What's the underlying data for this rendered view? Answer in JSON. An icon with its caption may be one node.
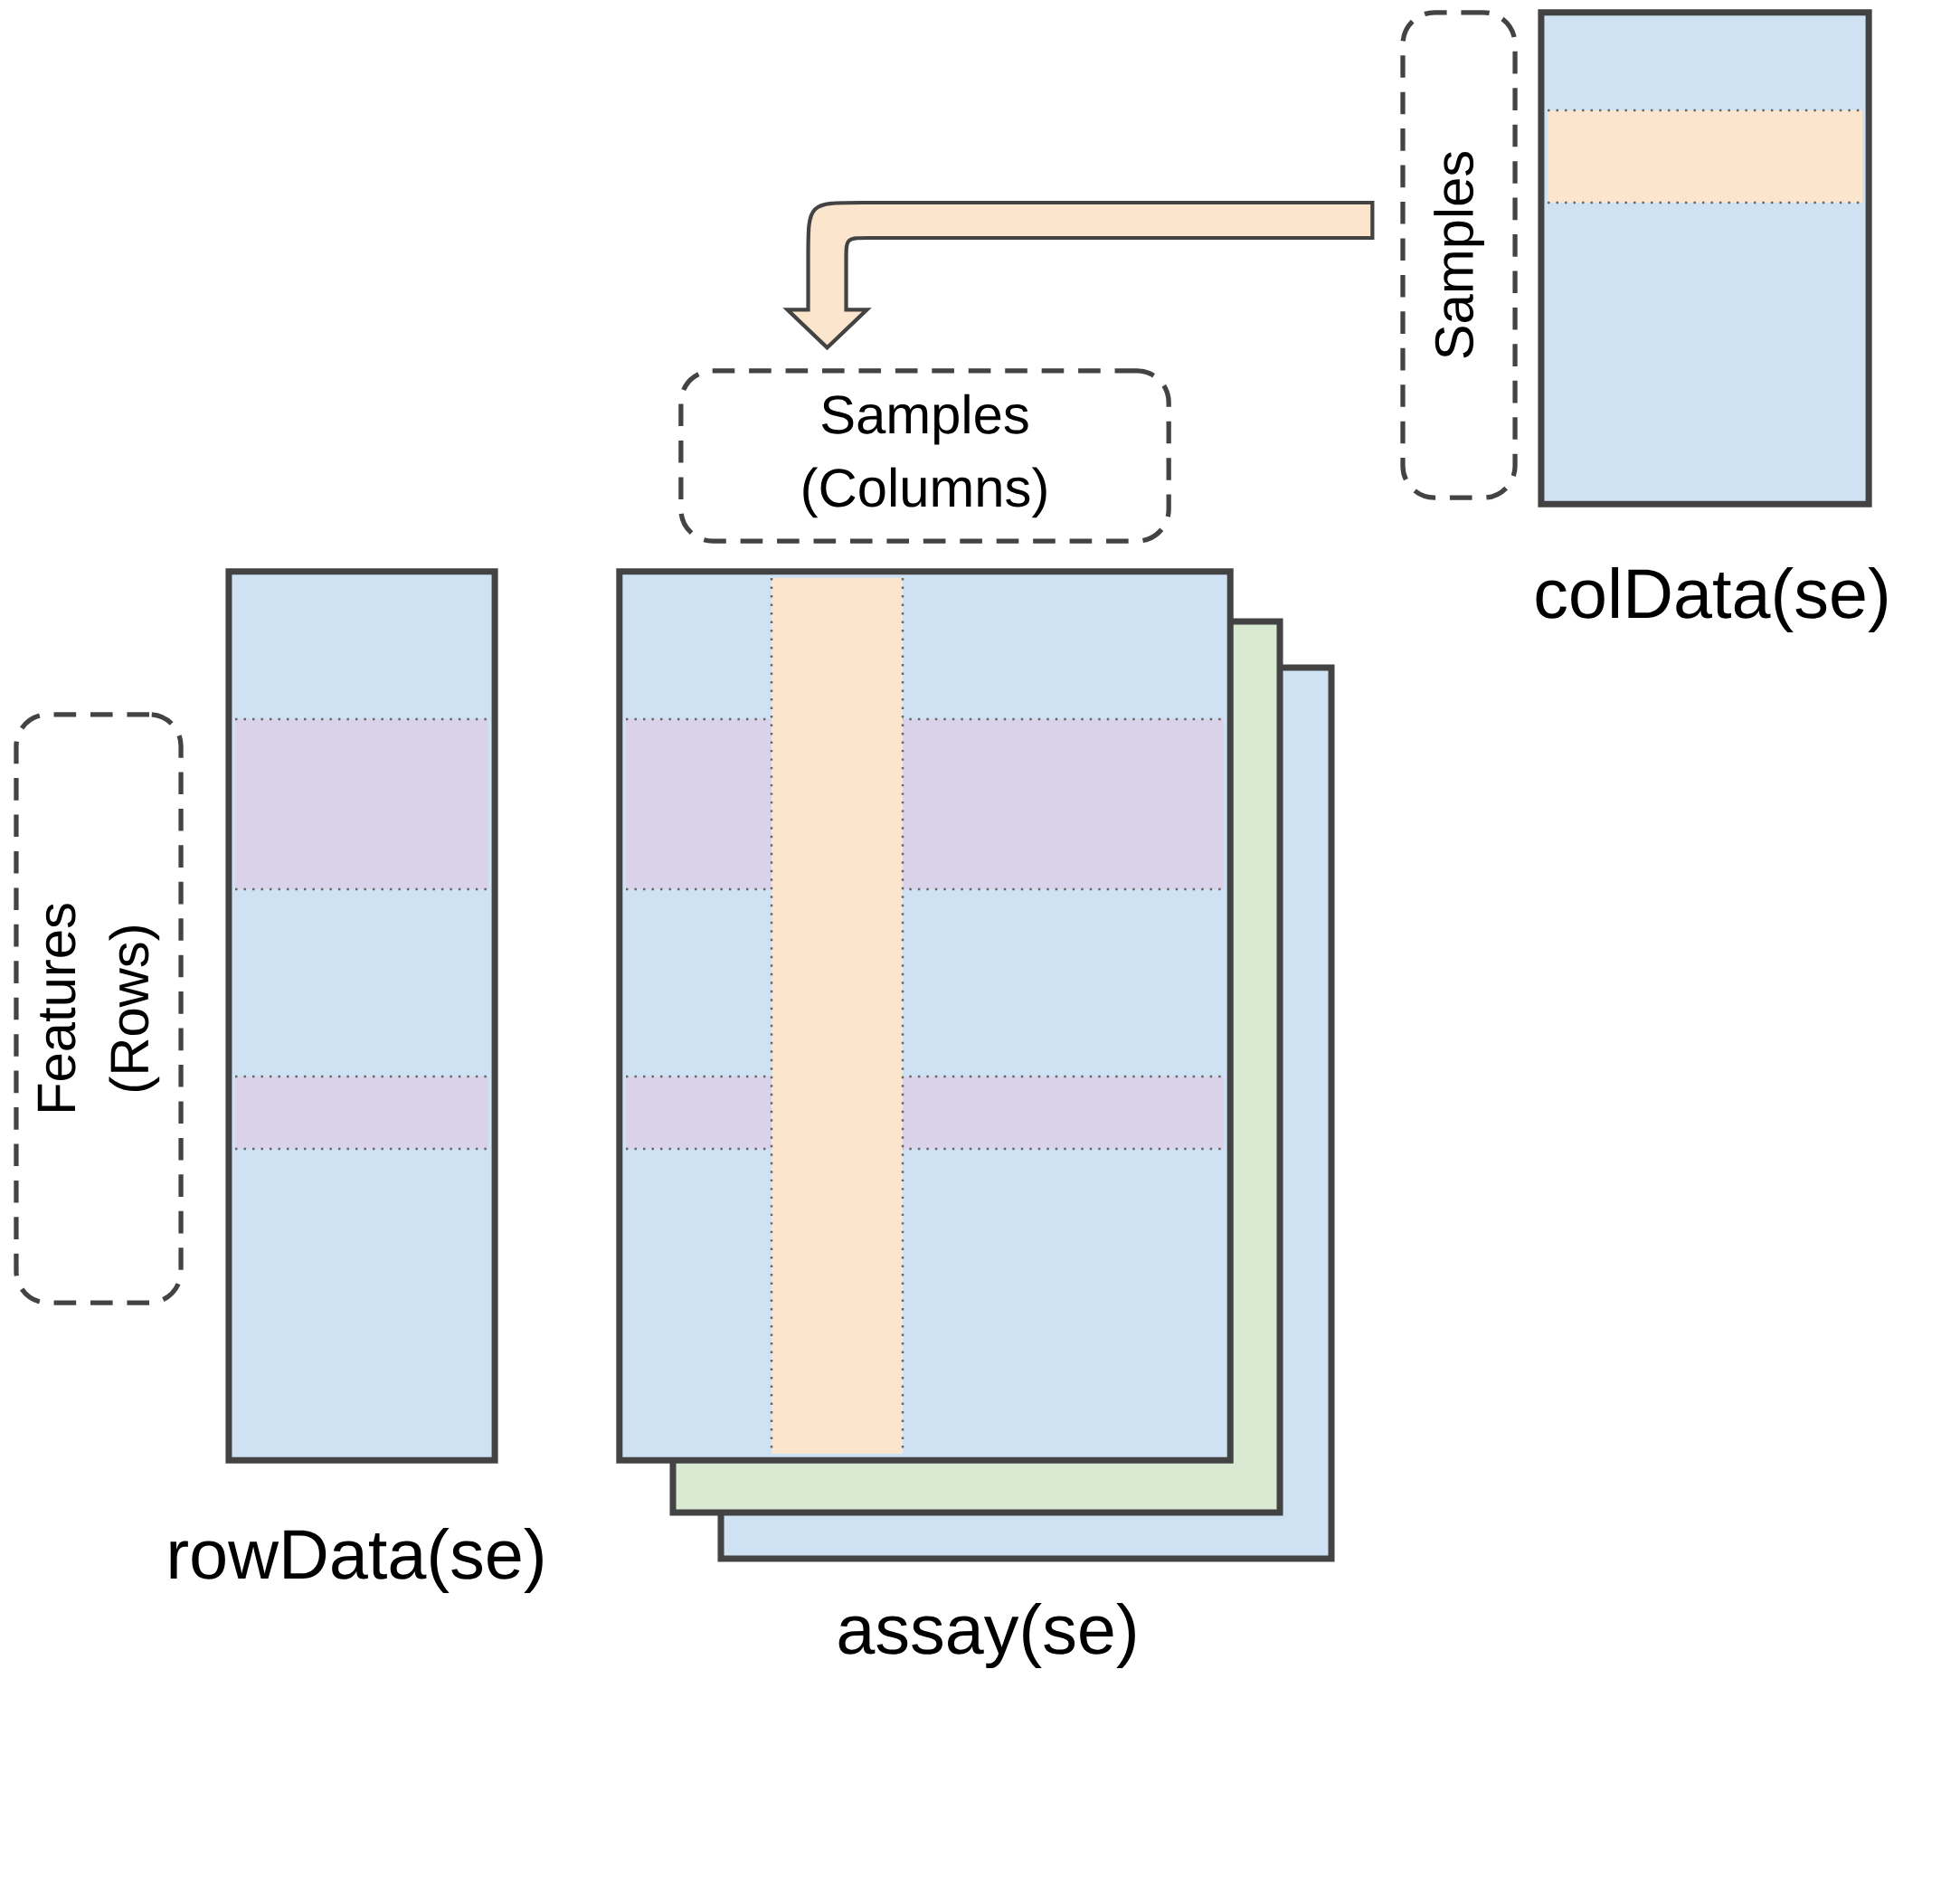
{
  "diagram": {
    "nodes": [
      {
        "text": [
          "colData(se)"
        ]
      },
      {
        "text": [
          "Samples"
        ]
      },
      {
        "text": [
          "Samples (Columns)"
        ]
      },
      {
        "text": [
          "rowData(se)"
        ]
      },
      {
        "text": [
          "Features (Rows)"
        ]
      },
      {
        "text": [
          "assay(se)"
        ]
      }
    ],
    "edges": [
      {
        "from": 1,
        "to": 2,
        "arrow": "to"
      }
    ]
  }
}
